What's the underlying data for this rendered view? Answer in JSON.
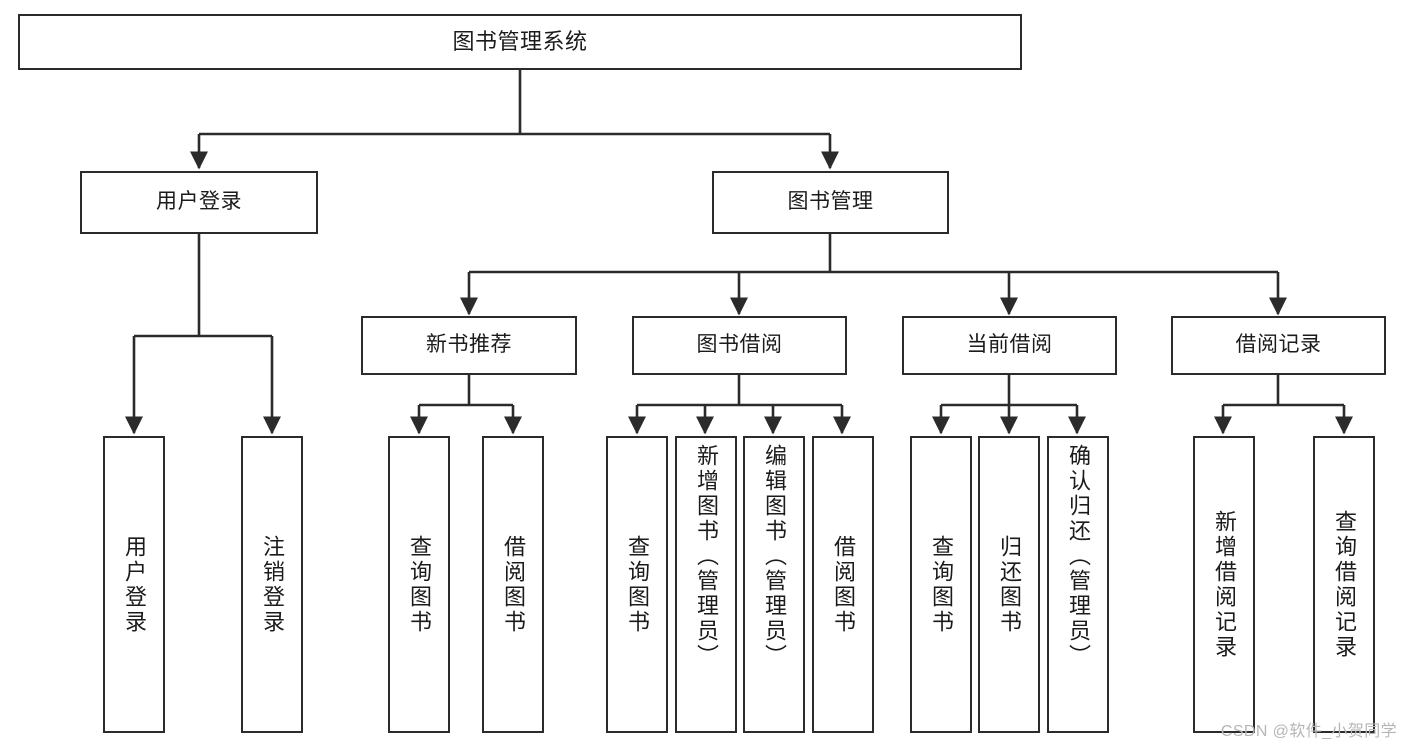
{
  "diagram": {
    "type": "tree-hierarchy-chart",
    "title": "图书管理系统",
    "line_color": "#2b2b2b",
    "box_fill": "#ffffff",
    "text_color": "#1b1b1b",
    "root": {
      "id": "root",
      "label": "图书管理系统"
    },
    "level2": [
      {
        "id": "user-login",
        "label": "用户登录"
      },
      {
        "id": "book-manage",
        "label": "图书管理"
      }
    ],
    "level3": [
      {
        "id": "new-book-rec",
        "label": "新书推荐",
        "parent": "book-manage"
      },
      {
        "id": "book-borrow",
        "label": "图书借阅",
        "parent": "book-manage"
      },
      {
        "id": "current-borrow",
        "label": "当前借阅",
        "parent": "book-manage"
      },
      {
        "id": "borrow-record",
        "label": "借阅记录",
        "parent": "book-manage"
      }
    ],
    "leaves": [
      {
        "id": "leaf-user-login",
        "label": "用户登录",
        "parent": "user-login"
      },
      {
        "id": "leaf-user-logout",
        "label": "注销登录",
        "parent": "user-login"
      },
      {
        "id": "leaf-query-book-1",
        "label": "查询图书",
        "parent": "new-book-rec"
      },
      {
        "id": "leaf-borrow-book-1",
        "label": "借阅图书",
        "parent": "new-book-rec"
      },
      {
        "id": "leaf-query-book-2",
        "label": "查询图书",
        "parent": "book-borrow"
      },
      {
        "id": "leaf-add-book",
        "label": "新增图书（管理员）",
        "parent": "book-borrow"
      },
      {
        "id": "leaf-edit-book",
        "label": "编辑图书（管理员）",
        "parent": "book-borrow"
      },
      {
        "id": "leaf-borrow-book-2",
        "label": "借阅图书",
        "parent": "book-borrow"
      },
      {
        "id": "leaf-query-book-3",
        "label": "查询图书",
        "parent": "current-borrow"
      },
      {
        "id": "leaf-return-book",
        "label": "归还图书",
        "parent": "current-borrow"
      },
      {
        "id": "leaf-confirm-return",
        "label": "确认归还（管理员）",
        "parent": "current-borrow"
      },
      {
        "id": "leaf-add-record",
        "label": "新增借阅记录",
        "parent": "borrow-record"
      },
      {
        "id": "leaf-query-record",
        "label": "查询借阅记录",
        "parent": "borrow-record"
      }
    ]
  },
  "watermark": {
    "text": "CSDN @软件_小贺同学"
  }
}
